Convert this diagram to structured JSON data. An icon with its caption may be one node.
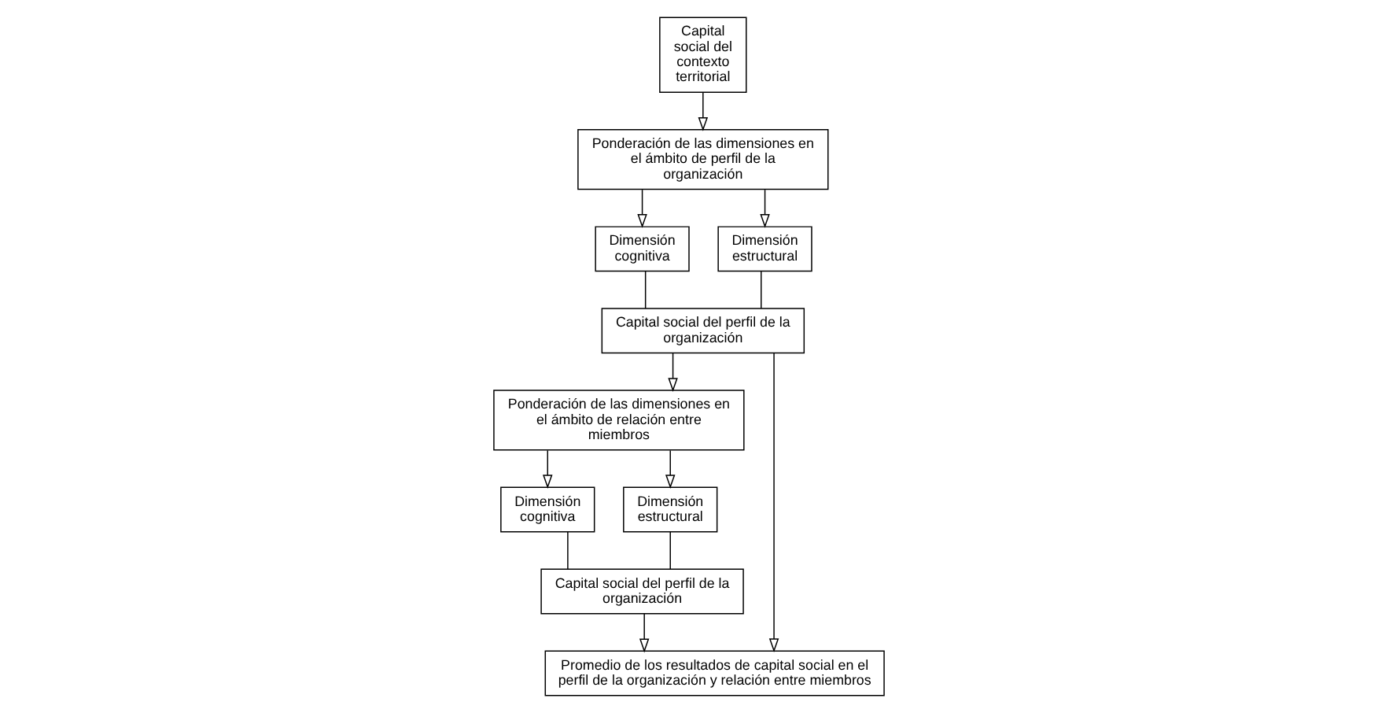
{
  "diagram": {
    "nodes": [
      {
        "text": [
          "Capital social del contexto territorial"
        ]
      },
      {
        "text": [
          "Ponderación de las dimensiones en el ámbito de perfil de la organización"
        ]
      },
      {
        "text": [
          "Dimensión cognitiva"
        ]
      },
      {
        "text": [
          "Dimensión estructural"
        ]
      },
      {
        "text": [
          "Capital social del perfil de la organización"
        ]
      },
      {
        "text": [
          "Ponderación de las dimensiones en el ámbito de relación entre miembros"
        ]
      },
      {
        "text": [
          "Dimensión cognitiva"
        ]
      },
      {
        "text": [
          "Dimensión estructural"
        ]
      },
      {
        "text": [
          "Capital social del perfil de la organización"
        ]
      },
      {
        "text": [
          "Promedio de los resultados de capital social en el perfil de la organización y relación entre miembros"
        ]
      }
    ],
    "edges": [
      {
        "from": 0,
        "to": 1,
        "arrow": "to"
      },
      {
        "from": 1,
        "to": 2,
        "arrow": "to"
      },
      {
        "from": 1,
        "to": 3,
        "arrow": "to"
      },
      {
        "from": 2,
        "to": 4,
        "arrow": "none"
      },
      {
        "from": 3,
        "to": 4,
        "arrow": "none"
      },
      {
        "from": 4,
        "to": 5,
        "arrow": "to"
      },
      {
        "from": 5,
        "to": 6,
        "arrow": "to"
      },
      {
        "from": 5,
        "to": 7,
        "arrow": "to"
      },
      {
        "from": 6,
        "to": 8,
        "arrow": "none"
      },
      {
        "from": 7,
        "to": 8,
        "arrow": "none"
      },
      {
        "from": 4,
        "to": 9,
        "arrow": "to"
      },
      {
        "from": 8,
        "to": 9,
        "arrow": "to"
      }
    ]
  }
}
